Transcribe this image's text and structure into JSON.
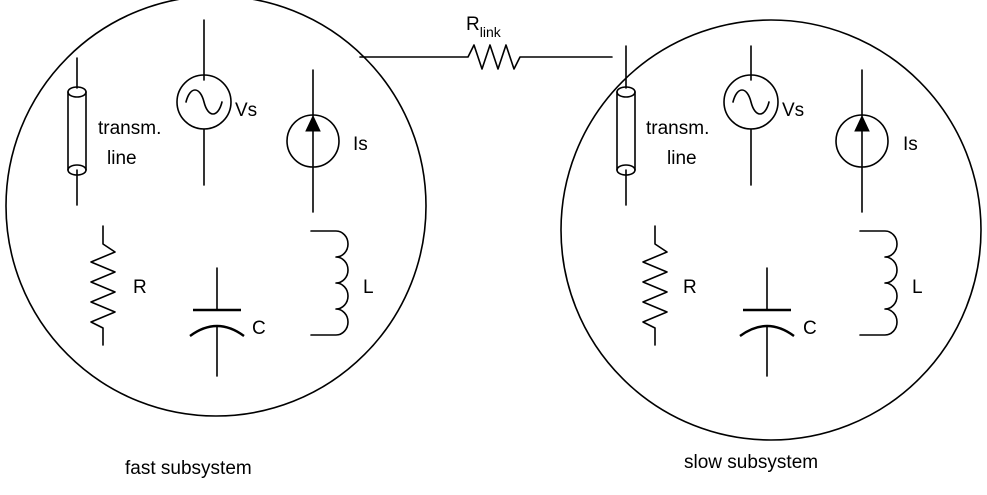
{
  "diagram": {
    "link": {
      "label_main": "R",
      "label_sub": "link"
    },
    "subsystems": [
      {
        "id": "fast",
        "caption": "fast subsystem",
        "labels": {
          "transmission_line_1": "transm.",
          "transmission_line_2": "line",
          "voltage_source": "Vs",
          "current_source": "Is",
          "resistor": "R",
          "capacitor": "C",
          "inductor": "L"
        }
      },
      {
        "id": "slow",
        "caption": "slow  subsystem",
        "labels": {
          "transmission_line_1": "transm.",
          "transmission_line_2": "line",
          "voltage_source": "Vs",
          "current_source": "Is",
          "resistor": "R",
          "capacitor": "C",
          "inductor": "L"
        }
      }
    ]
  }
}
